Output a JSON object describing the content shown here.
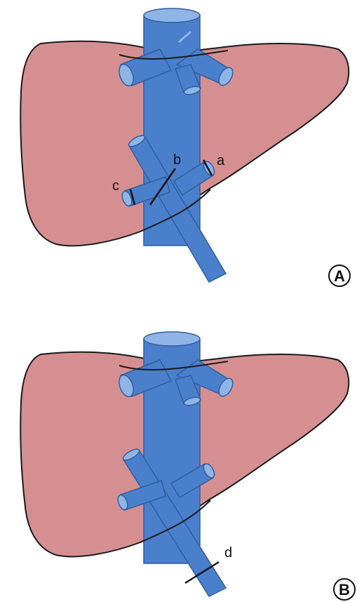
{
  "colors": {
    "liver": "#d68f91",
    "liver_outline": "#1a1a1a",
    "vessel": "#4a7fcc",
    "vessel_light": "#8fb4e6",
    "vessel_edge": "#2f5f9f",
    "line": "#111111"
  },
  "panels": [
    {
      "label": "A",
      "cut_labels": [
        "a",
        "b",
        "c"
      ]
    },
    {
      "label": "B",
      "cut_labels": [
        "d"
      ]
    }
  ]
}
